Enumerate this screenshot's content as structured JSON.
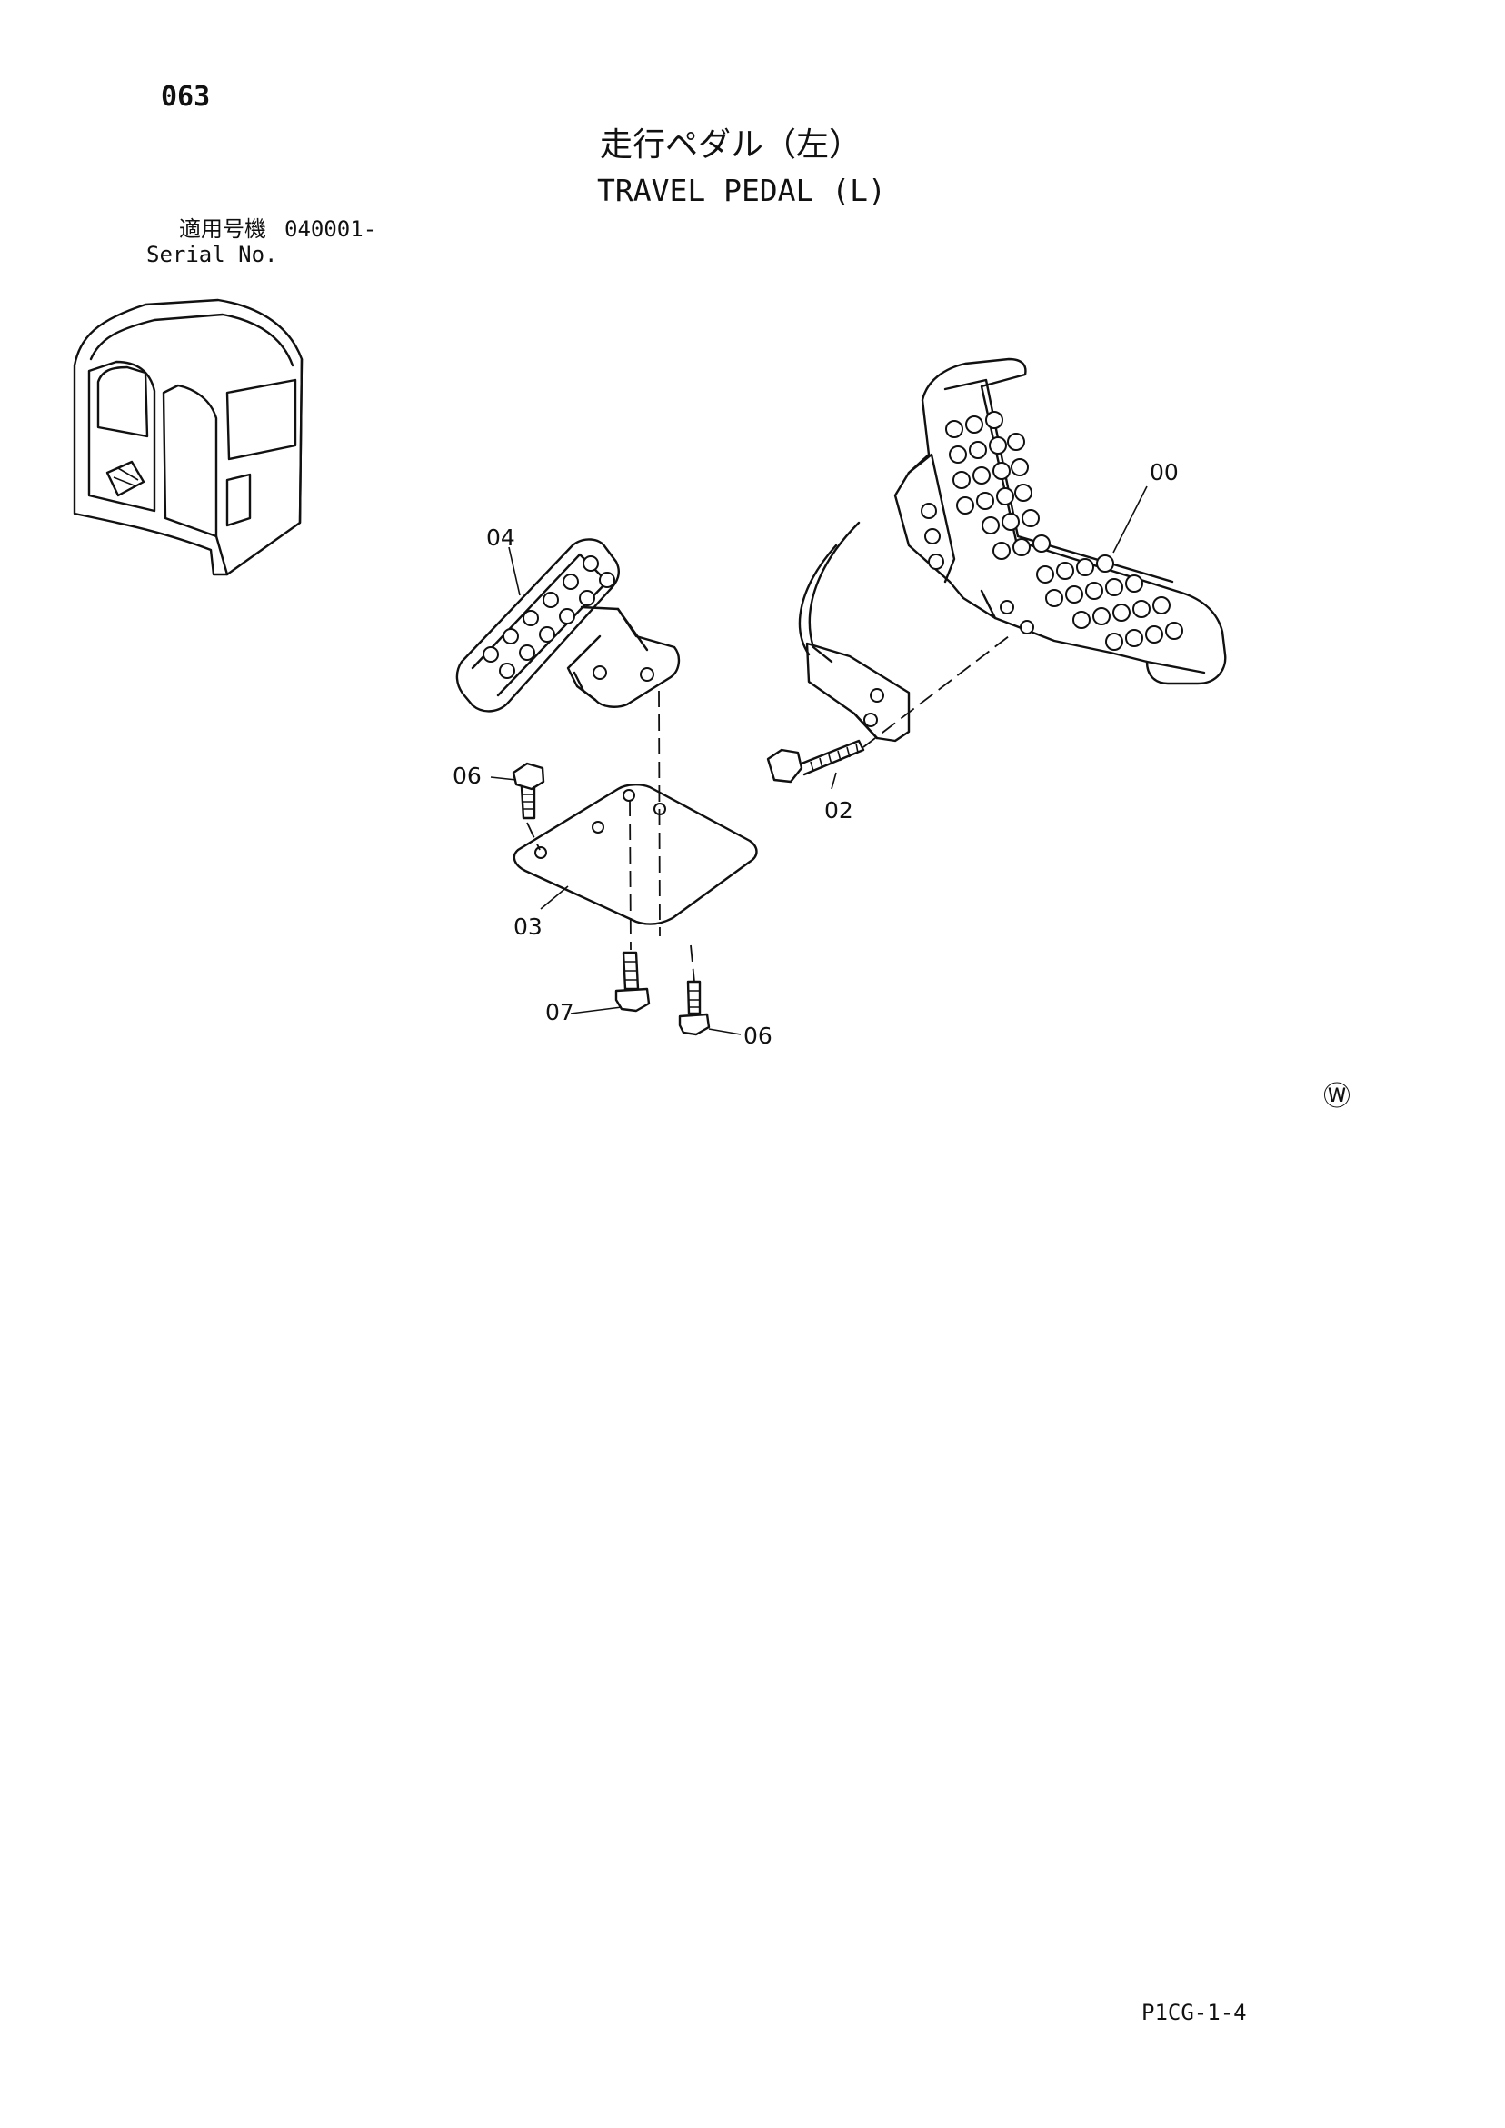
{
  "header": {
    "page_number": "063",
    "title_jp": "走行ペダル（左）",
    "title_en": "TRAVEL PEDAL (L)"
  },
  "serial": {
    "label_jp": "適用号機",
    "range": "040001-",
    "label_en": "Serial No."
  },
  "callouts": {
    "c00": "00",
    "c02": "02",
    "c03": "03",
    "c04": "04",
    "c06a": "06",
    "c06b": "06",
    "c07": "07"
  },
  "mark": "Ⓦ",
  "footer": {
    "page_code": "P1CG-1-4"
  }
}
